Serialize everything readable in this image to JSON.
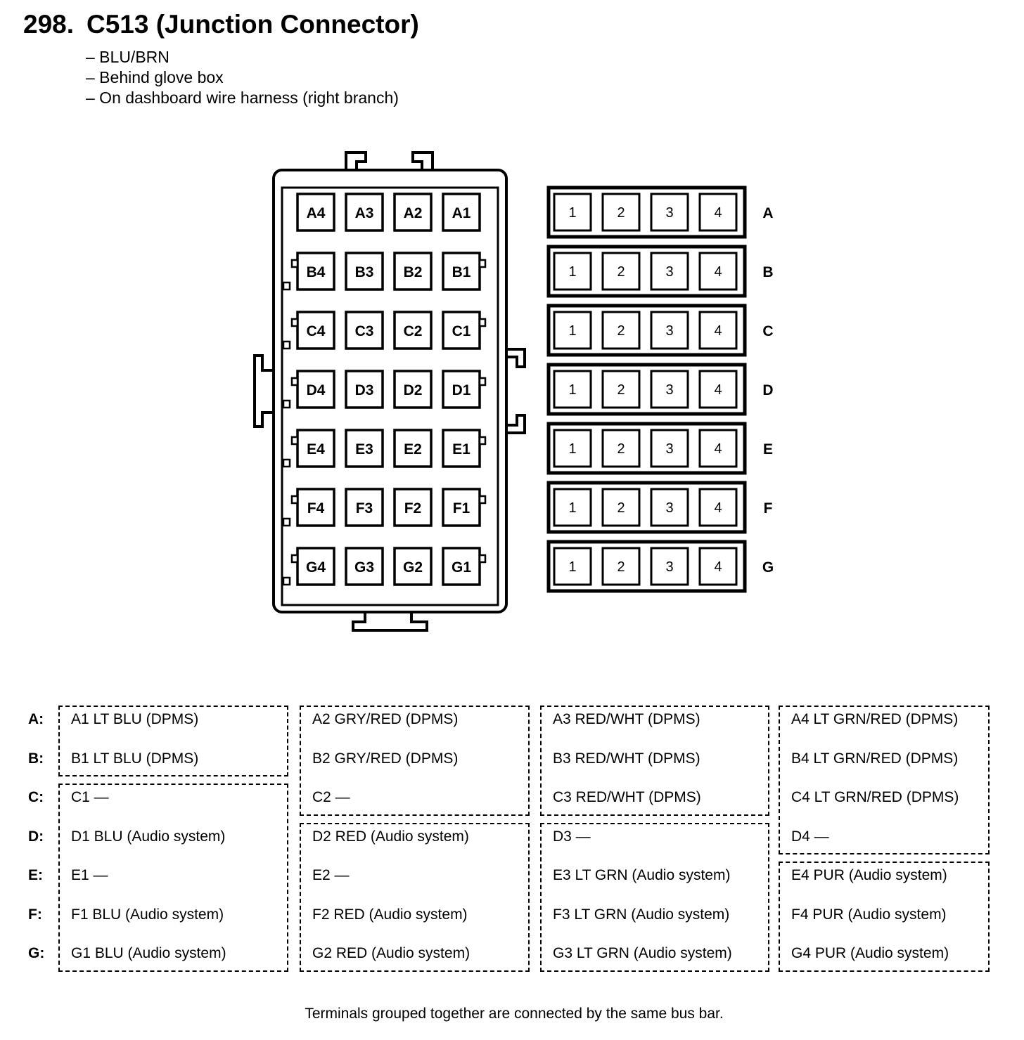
{
  "header": {
    "number": "298.",
    "title": "C513 (Junction Connector)"
  },
  "details": [
    "– BLU/BRN",
    "– Behind glove box",
    "– On dashboard wire harness (right branch)"
  ],
  "connector_face": {
    "rows": [
      "A",
      "B",
      "C",
      "D",
      "E",
      "F",
      "G"
    ],
    "cavities": [
      [
        "A4",
        "A3",
        "A2",
        "A1"
      ],
      [
        "B4",
        "B3",
        "B2",
        "B1"
      ],
      [
        "C4",
        "C3",
        "C2",
        "C1"
      ],
      [
        "D4",
        "D3",
        "D2",
        "D1"
      ],
      [
        "E4",
        "E3",
        "E2",
        "E1"
      ],
      [
        "F4",
        "F3",
        "F2",
        "F1"
      ],
      [
        "G4",
        "G3",
        "G2",
        "G1"
      ]
    ]
  },
  "bus_bar_view": {
    "columns": [
      "1",
      "2",
      "3",
      "4"
    ],
    "rows": [
      "A",
      "B",
      "C",
      "D",
      "E",
      "F",
      "G"
    ]
  },
  "pinout": {
    "row_labels": [
      "A:",
      "B:",
      "C:",
      "D:",
      "E:",
      "F:",
      "G:"
    ],
    "columns": [
      [
        {
          "text": "A1 LT BLU (DPMS)",
          "group": 0
        },
        {
          "text": "B1 LT BLU (DPMS)",
          "group": 0
        },
        {
          "text": "C1 —",
          "group": 1
        },
        {
          "text": "D1 BLU (Audio system)",
          "group": 1
        },
        {
          "text": "E1  —",
          "group": 1
        },
        {
          "text": "F1 BLU (Audio system)",
          "group": 1
        },
        {
          "text": "G1 BLU (Audio system)",
          "group": 1
        }
      ],
      [
        {
          "text": "A2 GRY/RED (DPMS)",
          "group": 0
        },
        {
          "text": "B2 GRY/RED (DPMS)",
          "group": 0
        },
        {
          "text": "C2 —",
          "group": 0
        },
        {
          "text": "D2 RED (Audio system)",
          "group": 1
        },
        {
          "text": "E2 —",
          "group": 1
        },
        {
          "text": "F2 RED (Audio system)",
          "group": 1
        },
        {
          "text": "G2 RED (Audio system)",
          "group": 1
        }
      ],
      [
        {
          "text": "A3 RED/WHT (DPMS)",
          "group": 0
        },
        {
          "text": "B3 RED/WHT (DPMS)",
          "group": 0
        },
        {
          "text": "C3 RED/WHT (DPMS)",
          "group": 0
        },
        {
          "text": "D3 —",
          "group": 1
        },
        {
          "text": "E3 LT GRN (Audio system)",
          "group": 1
        },
        {
          "text": "F3 LT GRN (Audio system)",
          "group": 1
        },
        {
          "text": "G3 LT GRN (Audio system)",
          "group": 1
        }
      ],
      [
        {
          "text": "A4 LT GRN/RED (DPMS)",
          "group": 0
        },
        {
          "text": "B4 LT GRN/RED (DPMS)",
          "group": 0
        },
        {
          "text": "C4 LT GRN/RED (DPMS)",
          "group": 0
        },
        {
          "text": "D4 —",
          "group": 0
        },
        {
          "text": "E4 PUR (Audio system)",
          "group": 1
        },
        {
          "text": "F4 PUR (Audio system)",
          "group": 1
        },
        {
          "text": "G4 PUR (Audio system)",
          "group": 1
        }
      ]
    ]
  },
  "footnote": "Terminals grouped together are connected by the same bus bar."
}
